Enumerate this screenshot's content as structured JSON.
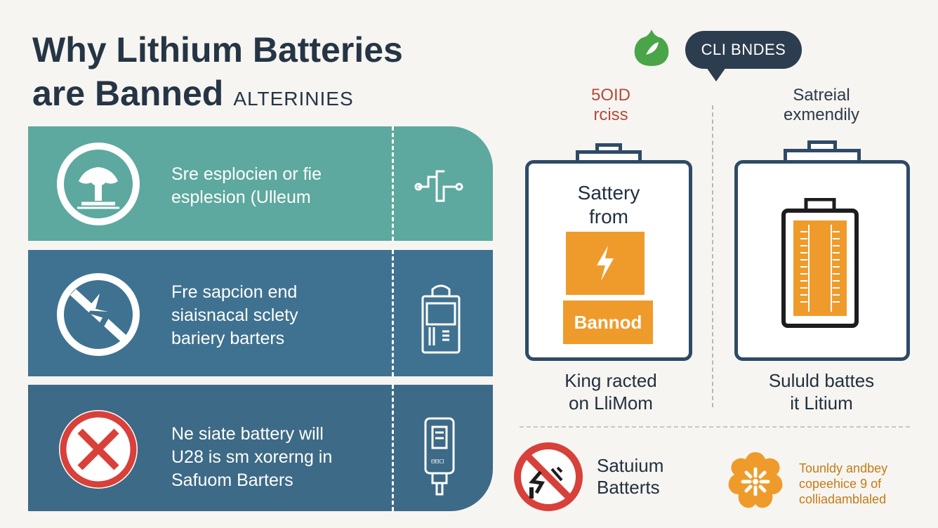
{
  "title": {
    "line1": "Why Lithium Batteries",
    "line2": "are Banned",
    "line2_suffix": "ALTERINIES"
  },
  "panels": [
    {
      "text": [
        "Sre esplocien or fie",
        "esplesion (Ulleum"
      ],
      "color": "#5da89f"
    },
    {
      "text": [
        "Fre sapcion end",
        "siaisnacal sclety",
        "bariery barters"
      ],
      "color": "#3f7290"
    },
    {
      "text": [
        "Ne siate battery will",
        "U28 is sm xorerng in",
        "Safuom Barters"
      ],
      "color": "#3d6a86"
    }
  ],
  "bubble": {
    "label": "CLI BNDES"
  },
  "columns": {
    "left": {
      "heading": [
        "5OID",
        "rciss"
      ],
      "battery_text": [
        "Sattery",
        "from"
      ],
      "badge": "Bannod",
      "caption": [
        "King racted",
        "on LliMom"
      ]
    },
    "right": {
      "heading": [
        "Satreial",
        "exmendily"
      ],
      "caption": [
        "Sululd battes",
        "it Litium"
      ]
    }
  },
  "bottom": {
    "sign_label": [
      "Satuium",
      "Batterts"
    ],
    "note": [
      "Tounldy andbey",
      "copeehice 9 of",
      "colliadamblaled"
    ]
  },
  "icon_small_text": "ᗺᗺᗡ",
  "colors": {
    "teal": "#5da89f",
    "blue": "#3f7290",
    "navy": "#2c3d4f",
    "orange": "#ef9b2b",
    "red": "#d8403a",
    "green": "#4aa548"
  }
}
